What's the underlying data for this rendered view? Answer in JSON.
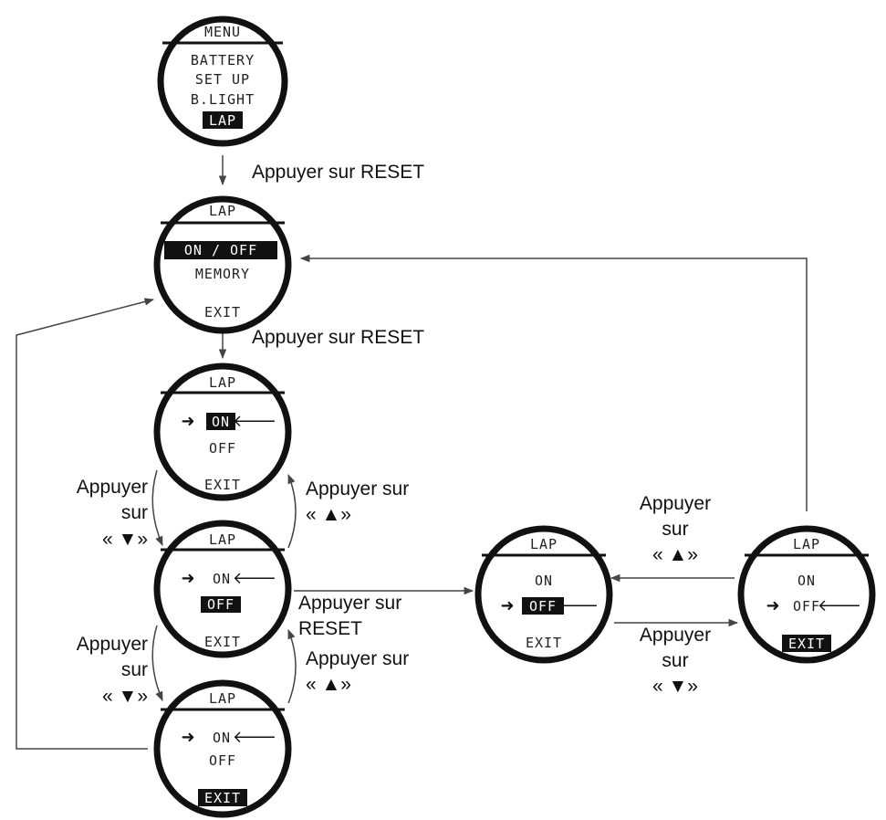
{
  "dials": {
    "menu": {
      "title": "MENU",
      "items": [
        "BATTERY",
        "SET UP",
        "B.LIGHT",
        "LAP"
      ]
    },
    "lap_main": {
      "title": "LAP",
      "items": [
        "ON / OFF",
        "MEMORY",
        "EXIT"
      ]
    },
    "lap_on_sel": {
      "title": "LAP",
      "items": [
        "ON",
        "OFF",
        "EXIT"
      ]
    },
    "lap_off_sel": {
      "title": "LAP",
      "items": [
        "ON",
        "OFF",
        "EXIT"
      ]
    },
    "lap_exit_sel": {
      "title": "LAP",
      "items": [
        "ON",
        "OFF",
        "EXIT"
      ]
    },
    "lap_off_set": {
      "title": "LAP",
      "items": [
        "ON",
        "OFF",
        "EXIT"
      ]
    },
    "lap_exit_right": {
      "title": "LAP",
      "items": [
        "ON",
        "OFF",
        "EXIT"
      ]
    }
  },
  "labels": {
    "press_reset_1": "Appuyer sur RESET",
    "press_reset_2": "Appuyer sur RESET",
    "press_down_a_1": "Appuyer",
    "press_down_a_2": "sur",
    "press_down_a_3": "« ▼»",
    "press_up_a_1": "Appuyer sur",
    "press_up_a_2": "« ▲»",
    "press_down_b_1": "Appuyer",
    "press_down_b_2": "sur",
    "press_down_b_3": "« ▼»",
    "press_up_b_1": "Appuyer sur",
    "press_up_b_2": "« ▲»",
    "press_reset_3_1": "Appuyer sur",
    "press_reset_3_2": "RESET",
    "press_up_c_1": "Appuyer",
    "press_up_c_2": "sur",
    "press_up_c_3": "« ▲»",
    "press_down_c_1": "Appuyer",
    "press_down_c_2": "sur",
    "press_down_c_3": "« ▼»"
  }
}
